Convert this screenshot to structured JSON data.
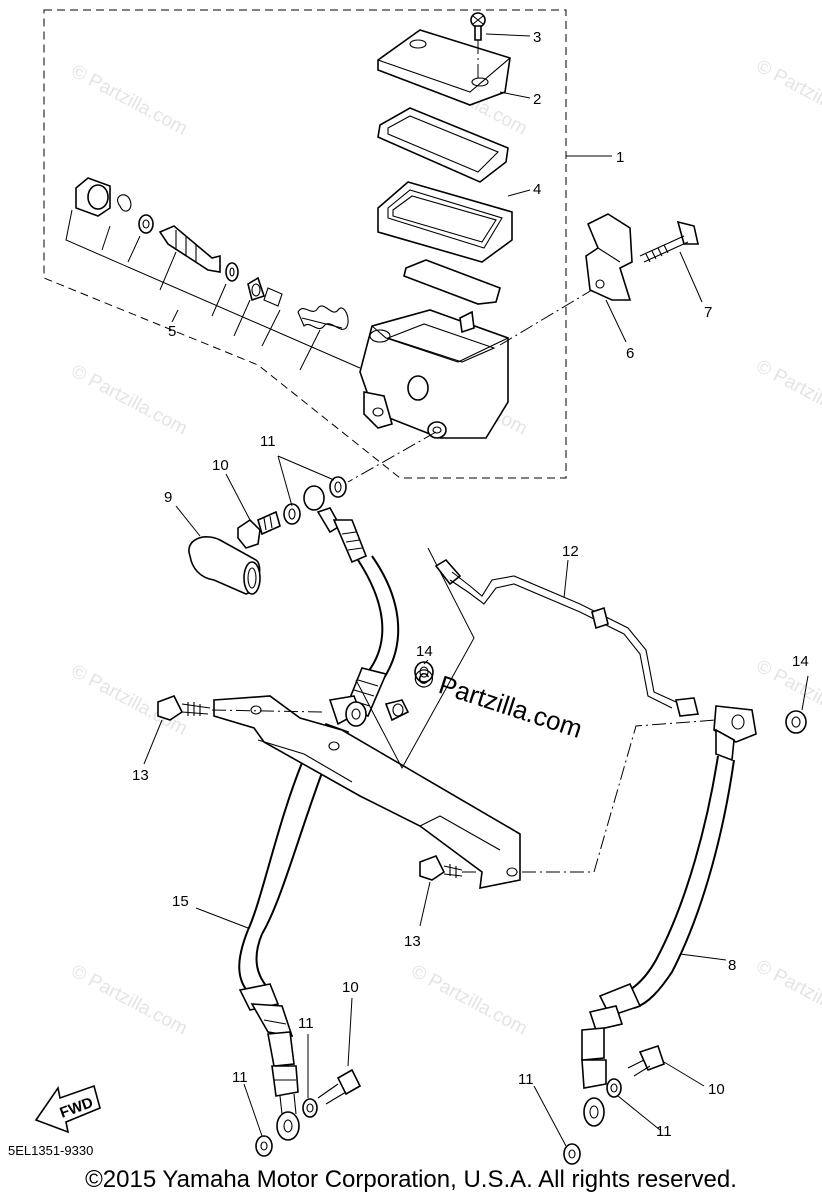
{
  "diagram": {
    "drawing_code": "5EL1351-9330",
    "copyright": "©2015 Yamaha Motor Corporation, U.S.A. All rights reserved.",
    "watermark_small": "© Partzilla.com",
    "watermark_large": "© Partzilla.com",
    "fwd_label": "FWD",
    "callouts": [
      "1",
      "2",
      "3",
      "4",
      "5",
      "6",
      "7",
      "8",
      "9",
      "10",
      "10",
      "10",
      "11",
      "11",
      "11",
      "11",
      "11",
      "12",
      "13",
      "13",
      "14",
      "14",
      "15"
    ]
  }
}
